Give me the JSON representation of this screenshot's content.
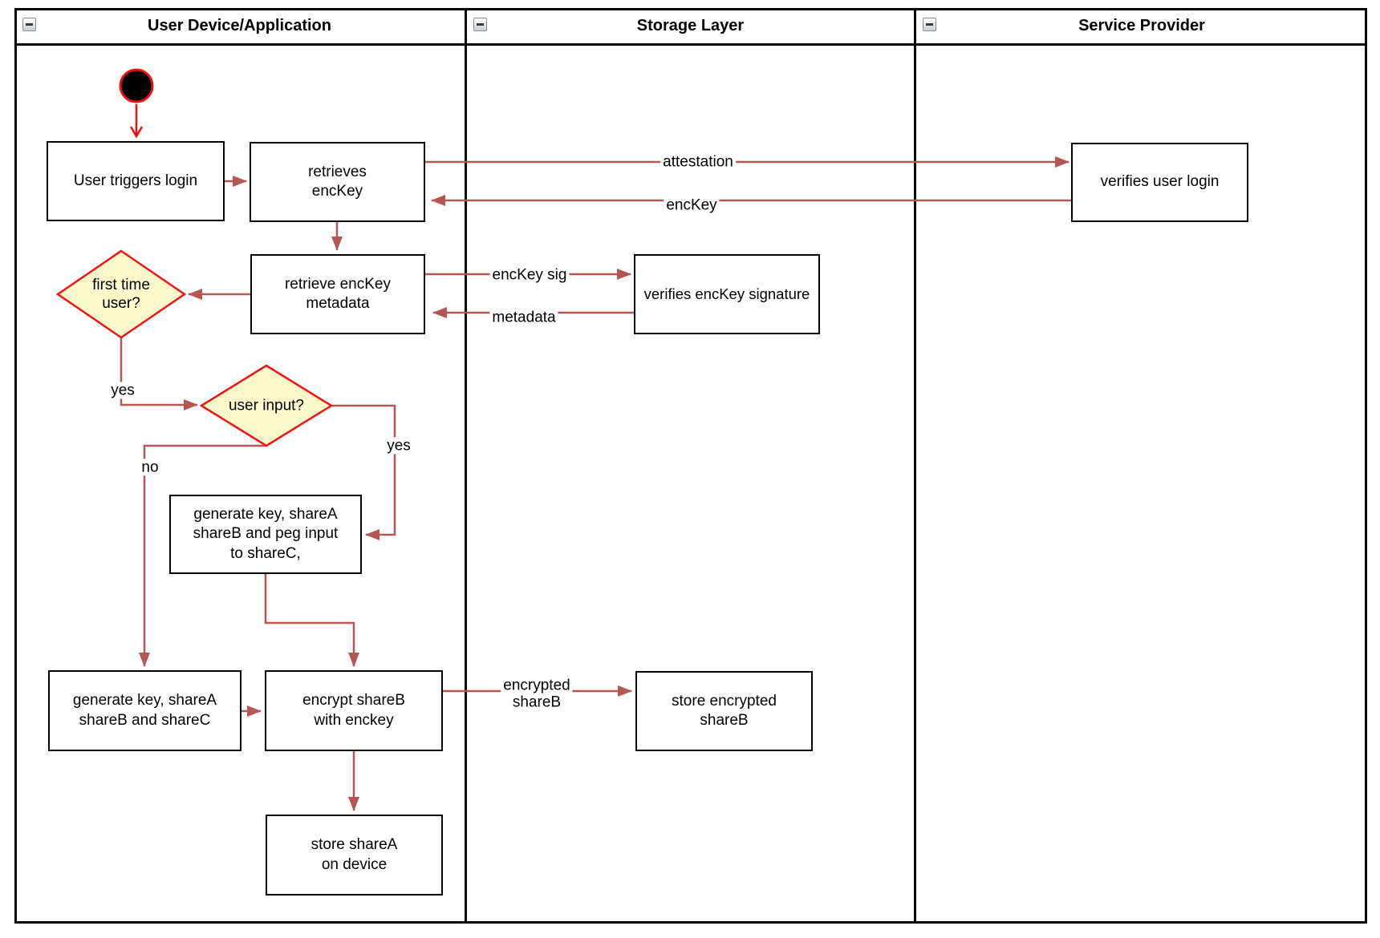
{
  "lanes": [
    {
      "title": "User Device/Application"
    },
    {
      "title": "Storage Layer"
    },
    {
      "title": "Service Provider"
    }
  ],
  "nodes": {
    "user_triggers_login": {
      "label": "User triggers login"
    },
    "retrieves_enckey": {
      "label": "retrieves\nencKey"
    },
    "retrieve_enckey_metadata": {
      "label": "retrieve encKey\nmetadata"
    },
    "verifies_enckey_signature": {
      "label": "verifies encKey signature"
    },
    "first_time_user": {
      "label": "first time\nuser?"
    },
    "user_input": {
      "label": "user input?"
    },
    "generate_key_peg_input": {
      "label": "generate key, shareA\nshareB and peg input\nto shareC,"
    },
    "generate_key_sharec": {
      "label": "generate key, shareA\nshareB and shareC"
    },
    "encrypt_shareb": {
      "label": "encrypt shareB\nwith enckey"
    },
    "store_sharea": {
      "label": "store shareA\non device"
    },
    "store_encrypted_shareb": {
      "label": "store encrypted\nshareB"
    },
    "verifies_user_login": {
      "label": "verifies user login"
    }
  },
  "edge_labels": {
    "attestation": "attestation",
    "enckey": "encKey",
    "enckey_sig": "encKey sig",
    "metadata": "metadata",
    "yes_first_time": "yes",
    "yes_user_input": "yes",
    "no_user_input": "no",
    "encrypted_shareb": "encrypted\nshareB"
  },
  "colors": {
    "arrow": "#b25752",
    "start_arrow": "#ee1111",
    "diamond_fill": "#faf9cc",
    "diamond_stroke": "#f01515",
    "box_stroke": "#000000",
    "start_fill": "#000000"
  }
}
